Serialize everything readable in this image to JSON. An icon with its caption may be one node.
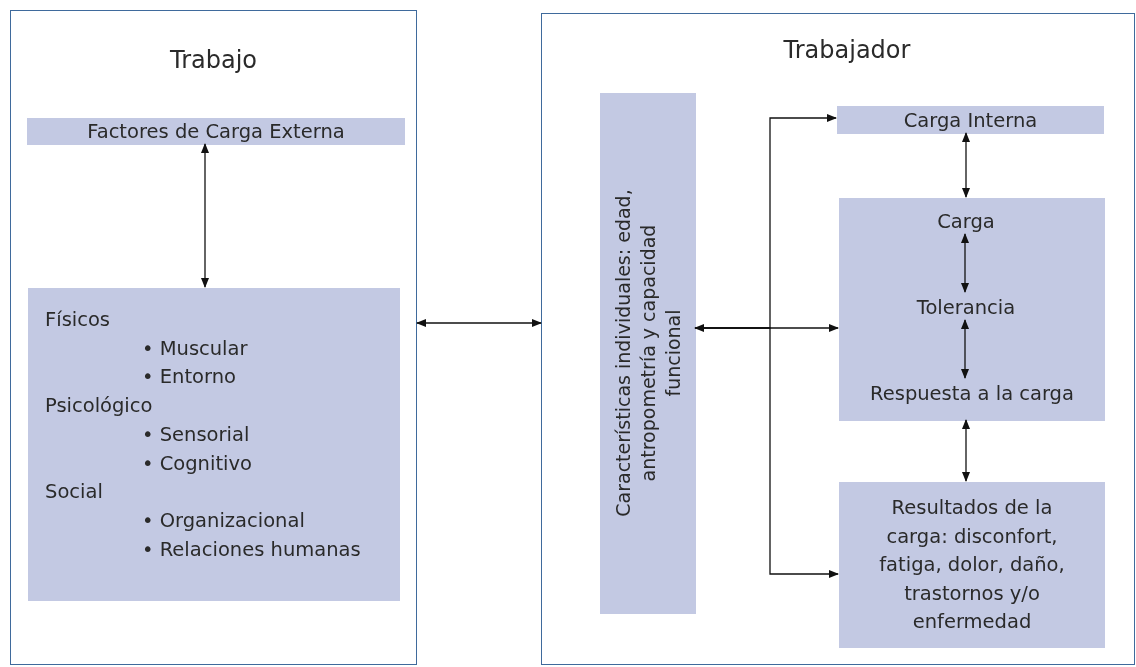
{
  "diagram": {
    "nodes": [
      {
        "text": [
          "Trabajo"
        ]
      },
      {
        "text": [
          "Factores de Carga Externa"
        ],
        "in": 0
      },
      {
        "text": [
          "Físicos",
          "• Muscular",
          "• Entorno",
          "Psicológico",
          "• Sensorial",
          "• Cognitivo",
          "Social",
          "• Organizacional",
          "• Relaciones humanas"
        ],
        "in": 0
      },
      {
        "text": [
          "Trabajador"
        ]
      },
      {
        "text": [
          "Características individuales: edad, antropometría y capacidad funcional"
        ],
        "in": 3
      },
      {
        "text": [
          "Carga Interna"
        ],
        "in": 3
      },
      {
        "text": [],
        "shape": "box",
        "in": 3
      },
      {
        "text": [
          "Carga"
        ],
        "in": 6
      },
      {
        "text": [
          "Tolerancia"
        ],
        "in": 6
      },
      {
        "text": [
          "Respuesta a la carga"
        ],
        "in": 6
      },
      {
        "text": [
          "Resultados de la carga: disconfort, fatiga, dolor, daño, trastornos y/o enfermedad"
        ],
        "in": 3
      }
    ],
    "edges": [
      {
        "from": 1,
        "to": 2,
        "arrow": "both"
      },
      {
        "from": 0,
        "to": 3,
        "arrow": "both"
      },
      {
        "from": 4,
        "to": 6,
        "arrow": "both"
      },
      {
        "from": 4,
        "to": 5,
        "arrow": "to"
      },
      {
        "from": 4,
        "to": 10,
        "arrow": "to"
      },
      {
        "from": 5,
        "to": 6,
        "arrow": "both"
      },
      {
        "from": 7,
        "to": 8,
        "arrow": "both"
      },
      {
        "from": 8,
        "to": 9,
        "arrow": "both"
      },
      {
        "from": 6,
        "to": 10,
        "arrow": "both"
      }
    ]
  }
}
